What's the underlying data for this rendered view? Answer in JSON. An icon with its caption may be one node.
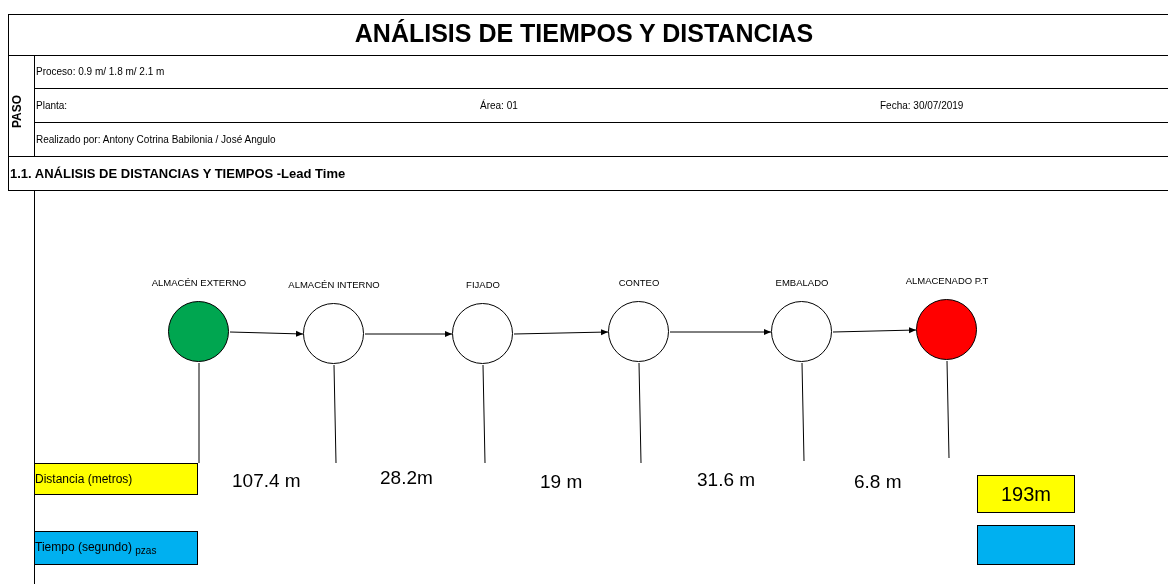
{
  "diagram": {
    "title": "ANÁLISIS DE TIEMPOS Y DISTANCIAS",
    "nodes": [
      {
        "text": [
          "ALMACÉN EXTERNO"
        ]
      },
      {
        "text": [
          "ALMACÉN INTERNO"
        ]
      },
      {
        "text": [
          "FIJADO"
        ]
      },
      {
        "text": [
          "CONTEO"
        ]
      },
      {
        "text": [
          "EMBALADO"
        ]
      },
      {
        "text": [
          "ALMACENADO P.T"
        ]
      },
      {
        "text": [
          "Distancia (metros)"
        ]
      },
      {
        "text": [
          "Tiempo (segundo) $_{pzas}$"
        ]
      },
      {
        "text": [
          "193m"
        ]
      },
      {
        "text": [],
        "shape": "box"
      }
    ],
    "edges": [
      {
        "from": 0,
        "to": 1,
        "arrow": "to"
      },
      {
        "from": 1,
        "to": 2,
        "arrow": "to"
      },
      {
        "from": 2,
        "to": 3,
        "arrow": "to"
      },
      {
        "from": 3,
        "to": 4,
        "arrow": "to"
      },
      {
        "from": 4,
        "to": 5,
        "arrow": "to"
      },
      {
        "from": 0,
        "to": 6,
        "arrow": "none"
      }
    ],
    "labels": [
      "PASO",
      "Proceso: 0.9 m/ 1.8 m/ 2.1 m",
      "Planta:",
      "Área: 01",
      "Fecha: 30/07/2019",
      "Realizado por: Antony Cotrina Babilonia  / José Angulo",
      "1.1. ANÁLISIS DE DISTANCIAS Y TIEMPOS -Lead Time",
      "107.4 m",
      "28.2m",
      "19 m",
      "31.6 m",
      "6.8 m"
    ]
  }
}
